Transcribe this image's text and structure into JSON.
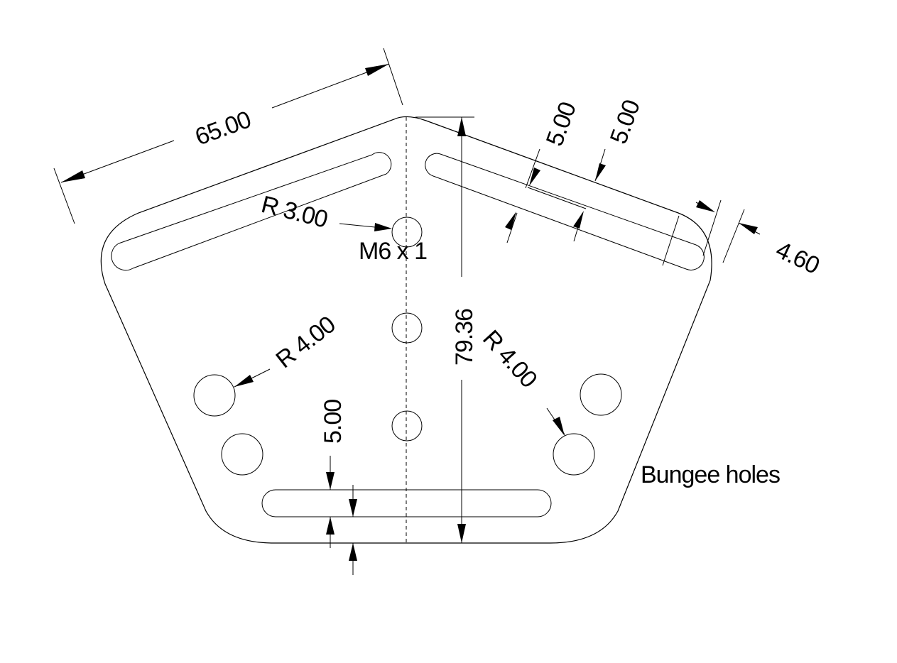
{
  "dimensions": {
    "width_top_left": "65.00",
    "slot_offset_a": "5.00",
    "slot_offset_b": "5.00",
    "slot_end": "4.60",
    "slot_radius": "R 3.00",
    "thread_spec": "M6 x 1",
    "height": "79.36",
    "hole_radius_left": "R 4.00",
    "hole_radius_right": "R 4.00",
    "bottom_slot_offset": "5.00"
  },
  "notes": {
    "bungee": "Bungee holes"
  },
  "colors": {
    "line": "#000000",
    "background": "#ffffff"
  }
}
